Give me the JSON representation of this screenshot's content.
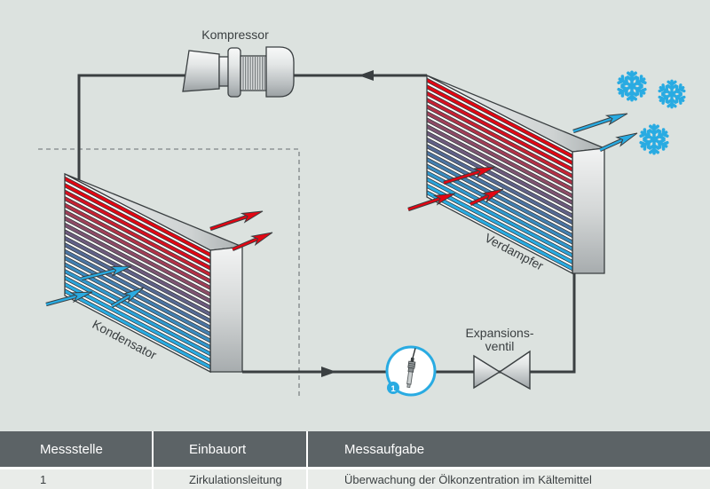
{
  "diagram": {
    "labels": {
      "compressor": "Kompressor",
      "condenser": "Kondensator",
      "evaporator": "Verdampfer",
      "expansion_valve_line1": "Expansions-",
      "expansion_valve_line2": "ventil"
    },
    "measure_point": {
      "number": "1"
    }
  },
  "icons": {
    "measure_point_marker": "circle-with-sensor-probe",
    "measure_point_badge": "numbered-circle-badge",
    "cold_air": "snowflake",
    "flow_direction": "solid-triangle-arrow",
    "airflow": "outlined-tapered-arrow"
  },
  "colors": {
    "background": "#dce2df",
    "line": "#3a3f41",
    "accent_cyan": "#29abe2",
    "accent_red": "#e30613",
    "dashed_line": "#8f9595",
    "table_header_bg": "#5c6366",
    "table_row_bg": "#e9ece9",
    "stripes": [
      "#e30613",
      "#e30613",
      "#d90e1f",
      "#c82133",
      "#b33147",
      "#a03f58",
      "#8e4b66",
      "#7d5472",
      "#6e5a7d",
      "#616188",
      "#556a95",
      "#4b74a3",
      "#427fb1",
      "#398bc0",
      "#3098ce",
      "#2aa3da",
      "#29abe2",
      "#29abe2"
    ]
  },
  "table": {
    "headers": [
      "Messstelle",
      "Einbauort",
      "Messaufgabe"
    ],
    "rows": [
      [
        "1",
        "Zirkulationsleitung",
        "Überwachung der Ölkonzentration im Kältemittel"
      ]
    ]
  }
}
